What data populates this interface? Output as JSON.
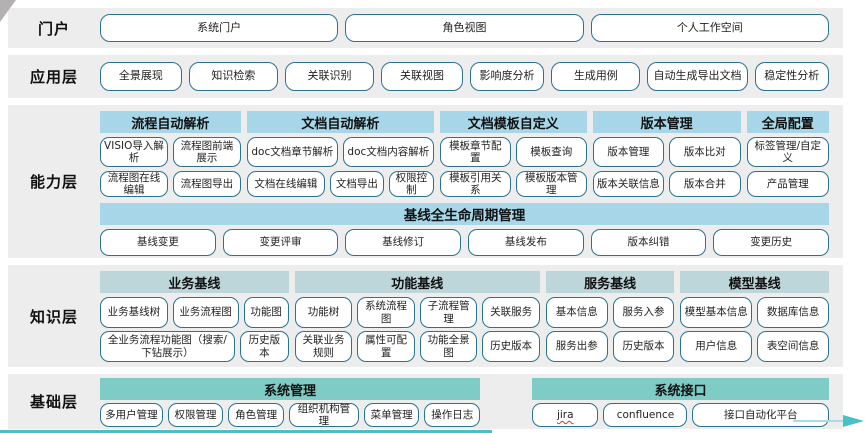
{
  "colors": {
    "band_background": "#ededed",
    "capability_header": "#a6d6e8",
    "knowledge_header": "#bdd6da",
    "foundation_header": "#7fcbc5",
    "button_border": "#2a7390",
    "accent_teal": "#49c0c4",
    "spellcheck_red": "#e03131"
  },
  "layers": {
    "portal": {
      "label": "门户",
      "buttons": [
        "系统门户",
        "角色视图",
        "个人工作空间"
      ]
    },
    "application": {
      "label": "应用层",
      "buttons": [
        "全景展现",
        "知识检索",
        "关联识别",
        "关联视图",
        "影响度分析",
        "生成用例",
        "自动生成导出文档",
        "稳定性分析"
      ]
    },
    "capability": {
      "label": "能力层",
      "groups": [
        {
          "header": "流程自动解析",
          "rows": [
            [
              "VISIO导入解析",
              "流程图前端展示"
            ],
            [
              "流程图在线编辑",
              "流程图导出"
            ]
          ]
        },
        {
          "header": "文档自动解析",
          "rows": [
            [
              "doc文档章节解析",
              "doc文档内容解析"
            ],
            [
              "文档在线编辑",
              "文档导出",
              "权限控制"
            ]
          ]
        },
        {
          "header": "文档模板自定义",
          "rows": [
            [
              "模板章节配置",
              "模板查询"
            ],
            [
              "模板引用关系",
              "模板版本管理"
            ]
          ]
        },
        {
          "header": "版本管理",
          "rows": [
            [
              "版本管理",
              "版本比对"
            ],
            [
              "版本关联信息",
              "版本合并"
            ]
          ]
        },
        {
          "header": "全局配置",
          "rows": [
            [
              "标签管理/自定义"
            ],
            [
              "产品管理"
            ]
          ]
        }
      ],
      "baseline": {
        "header": "基线全生命周期管理",
        "buttons": [
          "基线变更",
          "变更评审",
          "基线修订",
          "基线发布",
          "版本纠错",
          "变更历史"
        ]
      }
    },
    "knowledge": {
      "label": "知识层",
      "groups": [
        {
          "header": "业务基线",
          "rows": [
            [
              "业务基线树",
              "业务流程图",
              "功能图"
            ],
            [
              "全业务流程功能图（搜索/下钻展示）",
              "历史版本"
            ]
          ]
        },
        {
          "header": "功能基线",
          "rows": [
            [
              "功能树",
              "系统流程图",
              "子流程管理",
              "关联服务"
            ],
            [
              "关联业务规则",
              "属性可配置",
              "功能全景图",
              "历史版本"
            ]
          ]
        },
        {
          "header": "服务基线",
          "rows": [
            [
              "基本信息",
              "服务入参"
            ],
            [
              "服务出参",
              "历史版本"
            ]
          ]
        },
        {
          "header": "模型基线",
          "rows": [
            [
              "模型基本信息",
              "数据库信息"
            ],
            [
              "用户信息",
              "表空间信息"
            ]
          ]
        }
      ]
    },
    "foundation": {
      "label": "基础层",
      "groups": [
        {
          "header": "系统管理",
          "buttons": [
            "多用户管理",
            "权限管理",
            "角色管理",
            "组织机构管理",
            "菜单管理",
            "操作日志"
          ]
        },
        {
          "header": "系统接口",
          "buttons": [
            "jira",
            "confluence",
            "接口自动化平台"
          ]
        }
      ]
    }
  }
}
